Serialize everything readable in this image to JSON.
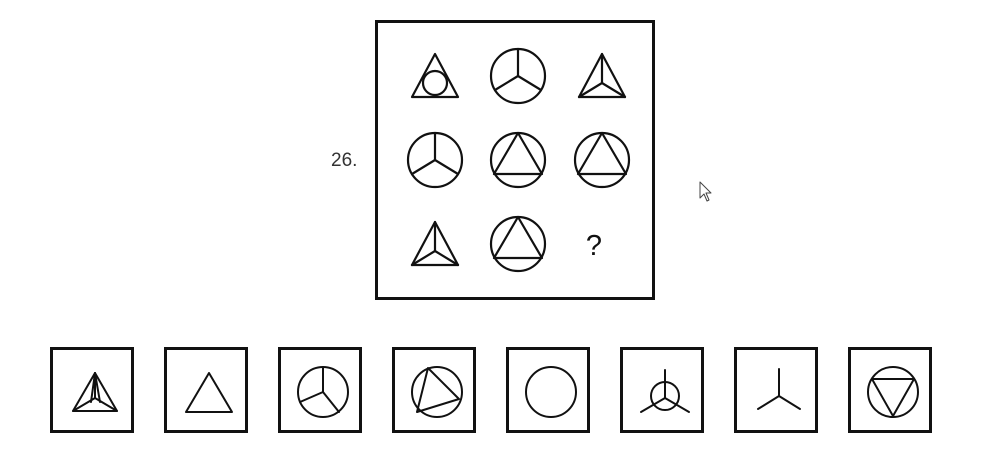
{
  "question": {
    "number_label": "26.",
    "missing_cell_label": "?"
  },
  "matrix": {
    "cells": [
      {
        "row": 1,
        "col": 1,
        "figure": "triangle-with-inscribed-circle"
      },
      {
        "row": 1,
        "col": 2,
        "figure": "circle-with-three-radii"
      },
      {
        "row": 1,
        "col": 3,
        "figure": "triangle-with-three-lines-to-centre"
      },
      {
        "row": 2,
        "col": 1,
        "figure": "circle-with-three-radii"
      },
      {
        "row": 2,
        "col": 2,
        "figure": "circle-with-inscribed-triangle"
      },
      {
        "row": 2,
        "col": 3,
        "figure": "circle-with-inscribed-triangle"
      },
      {
        "row": 3,
        "col": 1,
        "figure": "triangle-with-three-lines-to-centre"
      },
      {
        "row": 3,
        "col": 2,
        "figure": "circle-with-inscribed-triangle"
      },
      {
        "row": 3,
        "col": 3,
        "figure": "missing"
      }
    ]
  },
  "answer_options": [
    {
      "index": 1,
      "figure": "triangle-with-three-lines-to-centre"
    },
    {
      "index": 2,
      "figure": "triangle"
    },
    {
      "index": 3,
      "figure": "circle-with-three-radii"
    },
    {
      "index": 4,
      "figure": "circle-with-inscribed-tilted-triangle"
    },
    {
      "index": 5,
      "figure": "circle"
    },
    {
      "index": 6,
      "figure": "small-circle-with-crossing-lines"
    },
    {
      "index": 7,
      "figure": "three-spokes"
    },
    {
      "index": 8,
      "figure": "circle-with-inverted-triangle"
    }
  ],
  "colors": {
    "stroke": "#111111",
    "background": "#ffffff"
  },
  "icons": {
    "cursor": "arrow-cursor-icon"
  }
}
